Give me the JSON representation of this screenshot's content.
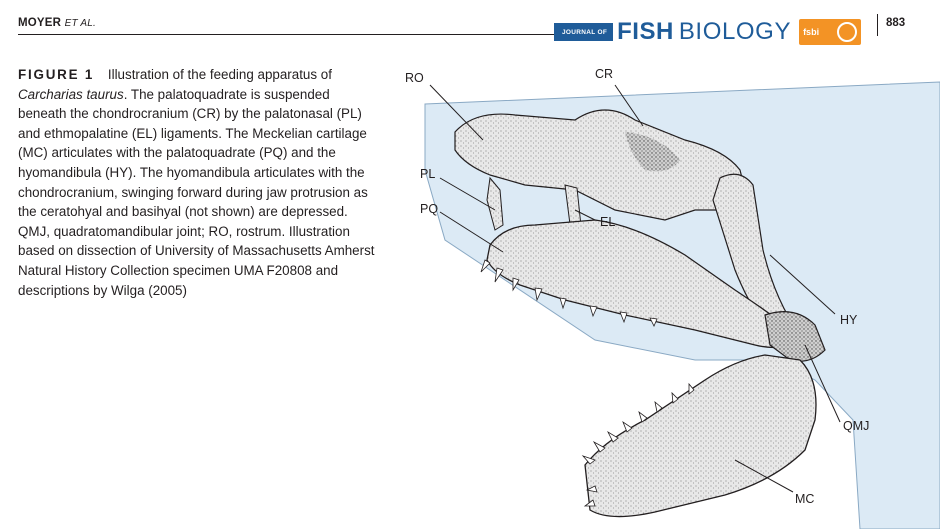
{
  "header": {
    "authors": "MOYER",
    "authors_suffix": "ET AL.",
    "journal_prefix": "JOURNAL OF",
    "journal_word1": "FISH",
    "journal_word2": "BIOLOGY",
    "society_abbrev": "fsbi",
    "page_number": "883"
  },
  "caption": {
    "figure_label": "FIGURE 1",
    "intro": "Illustration of the feeding apparatus of",
    "species": "Carcharias taurus",
    "body": ". The palatoquadrate is suspended beneath the chondrocranium (CR) by the palatonasal (PL) and ethmopalatine (EL) ligaments. The Meckelian cartilage (MC) articulates with the palatoquadrate (PQ) and the hyomandibula (HY). The hyomandibula articulates with the chondrocranium, swinging forward during jaw protrusion as the ceratohyal and basihyal (not shown) are depressed. QMJ, quadratomandibular joint; RO, rostrum. Illustration based on dissection of University of Massachusetts Amherst Natural History Collection specimen UMA F20808 and descriptions by Wilga (2005)"
  },
  "figure_labels": {
    "ro": "RO",
    "cr": "CR",
    "pl": "PL",
    "pq": "PQ",
    "el": "EL",
    "hy": "HY",
    "qmj": "QMJ",
    "mc": "MC"
  },
  "colors": {
    "journal_blue": "#1f5c99",
    "fsbi_orange": "#f39325",
    "body_outline_fill": "#dceaf5",
    "cartilage_fill": "#e9e9e9",
    "ink": "#231f20"
  }
}
